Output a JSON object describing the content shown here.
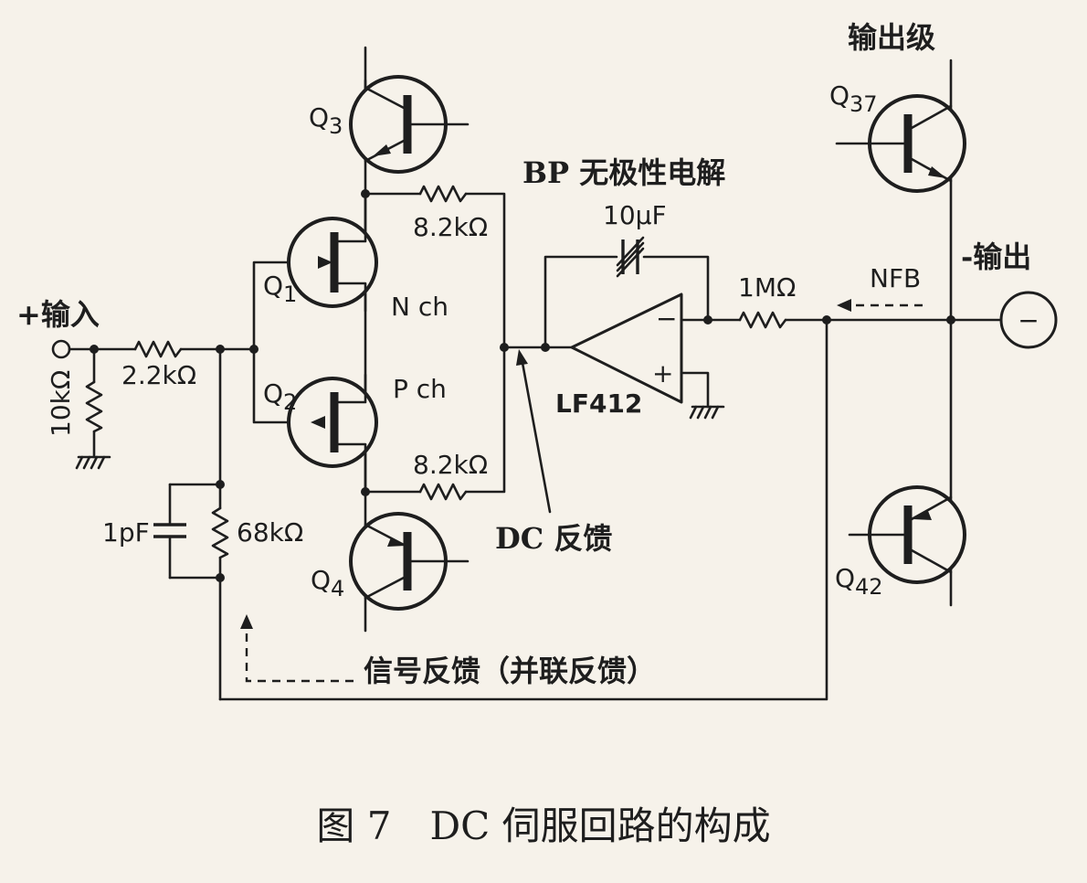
{
  "caption": "图 7　DC 伺服回路的构成",
  "labels": {
    "input": "+输入",
    "output": "-输出",
    "output_stage": "输出级",
    "bp_cap_note": "BP 无极性电解",
    "dc_feedback": "DC 反馈",
    "signal_feedback": "信号反馈（并联反馈）",
    "nfb": "NFB",
    "nch": "N ch",
    "pch": "P ch"
  },
  "components": {
    "r_input": "2.2kΩ",
    "r_ground": "10kΩ",
    "r_feedback": "68kΩ",
    "c_feedback": "1pF",
    "r_top": "8.2kΩ",
    "r_bottom": "8.2kΩ",
    "c_integrator": "10μF",
    "r_output": "1MΩ",
    "opamp": "LF412",
    "opamp_minus": "−",
    "opamp_plus": "+",
    "output_node_symbol": "−"
  },
  "transistors": {
    "q1": {
      "letter": "Q",
      "sub": "1"
    },
    "q2": {
      "letter": "Q",
      "sub": "2"
    },
    "q3": {
      "letter": "Q",
      "sub": "3"
    },
    "q4": {
      "letter": "Q",
      "sub": "4"
    },
    "q37": {
      "letter": "Q",
      "sub": "37"
    },
    "q42": {
      "letter": "Q",
      "sub": "42"
    }
  }
}
